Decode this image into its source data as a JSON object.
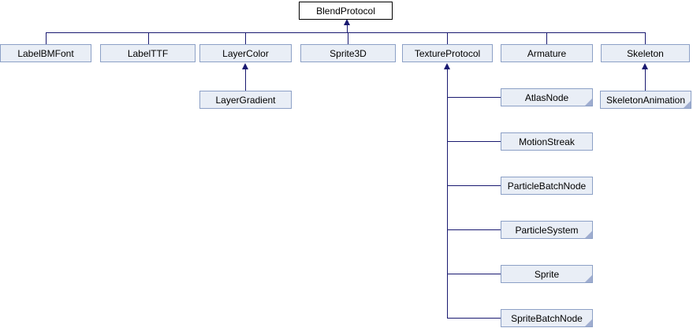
{
  "diagram": {
    "type": "class-inheritance-graph",
    "colors": {
      "edge": "#191970",
      "node_fill": "#E9EEF6",
      "node_border": "#8CA0C6",
      "root_fill": "#FFFFFF",
      "root_border": "#000000",
      "text": "#000000"
    },
    "nodes": [
      {
        "label": "BlendProtocol",
        "truncated": false
      },
      {
        "label": "LabelBMFont",
        "truncated": false
      },
      {
        "label": "LabelTTF",
        "truncated": false
      },
      {
        "label": "LayerColor",
        "truncated": false
      },
      {
        "label": "Sprite3D",
        "truncated": false
      },
      {
        "label": "TextureProtocol",
        "truncated": false
      },
      {
        "label": "Armature",
        "truncated": false
      },
      {
        "label": "Skeleton",
        "truncated": false
      },
      {
        "label": "LayerGradient",
        "truncated": false
      },
      {
        "label": "SkeletonAnimation",
        "truncated": true
      },
      {
        "label": "AtlasNode",
        "truncated": true
      },
      {
        "label": "MotionStreak",
        "truncated": false
      },
      {
        "label": "ParticleBatchNode",
        "truncated": false
      },
      {
        "label": "ParticleSystem",
        "truncated": true
      },
      {
        "label": "Sprite",
        "truncated": true
      },
      {
        "label": "SpriteBatchNode",
        "truncated": true
      }
    ],
    "edges": [
      {
        "base": "BlendProtocol",
        "derived": "LabelBMFont"
      },
      {
        "base": "BlendProtocol",
        "derived": "LabelTTF"
      },
      {
        "base": "BlendProtocol",
        "derived": "LayerColor"
      },
      {
        "base": "BlendProtocol",
        "derived": "Sprite3D"
      },
      {
        "base": "BlendProtocol",
        "derived": "TextureProtocol"
      },
      {
        "base": "BlendProtocol",
        "derived": "Armature"
      },
      {
        "base": "BlendProtocol",
        "derived": "Skeleton"
      },
      {
        "base": "LayerColor",
        "derived": "LayerGradient"
      },
      {
        "base": "TextureProtocol",
        "derived": "AtlasNode"
      },
      {
        "base": "TextureProtocol",
        "derived": "MotionStreak"
      },
      {
        "base": "TextureProtocol",
        "derived": "ParticleBatchNode"
      },
      {
        "base": "TextureProtocol",
        "derived": "ParticleSystem"
      },
      {
        "base": "TextureProtocol",
        "derived": "Sprite"
      },
      {
        "base": "TextureProtocol",
        "derived": "SpriteBatchNode"
      },
      {
        "base": "Skeleton",
        "derived": "SkeletonAnimation"
      }
    ]
  }
}
